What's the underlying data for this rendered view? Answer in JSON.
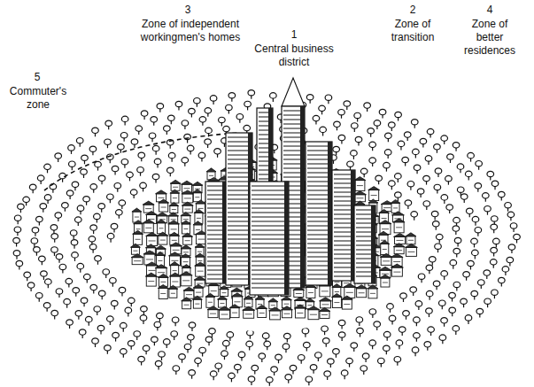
{
  "diagram": {
    "labels": [
      "5",
      "Commuter's zone",
      "3",
      "Zone of independent workingmen's homes",
      "1",
      "Central business district",
      "2",
      "Zone of transition",
      "4",
      "Zone of better residences"
    ]
  }
}
